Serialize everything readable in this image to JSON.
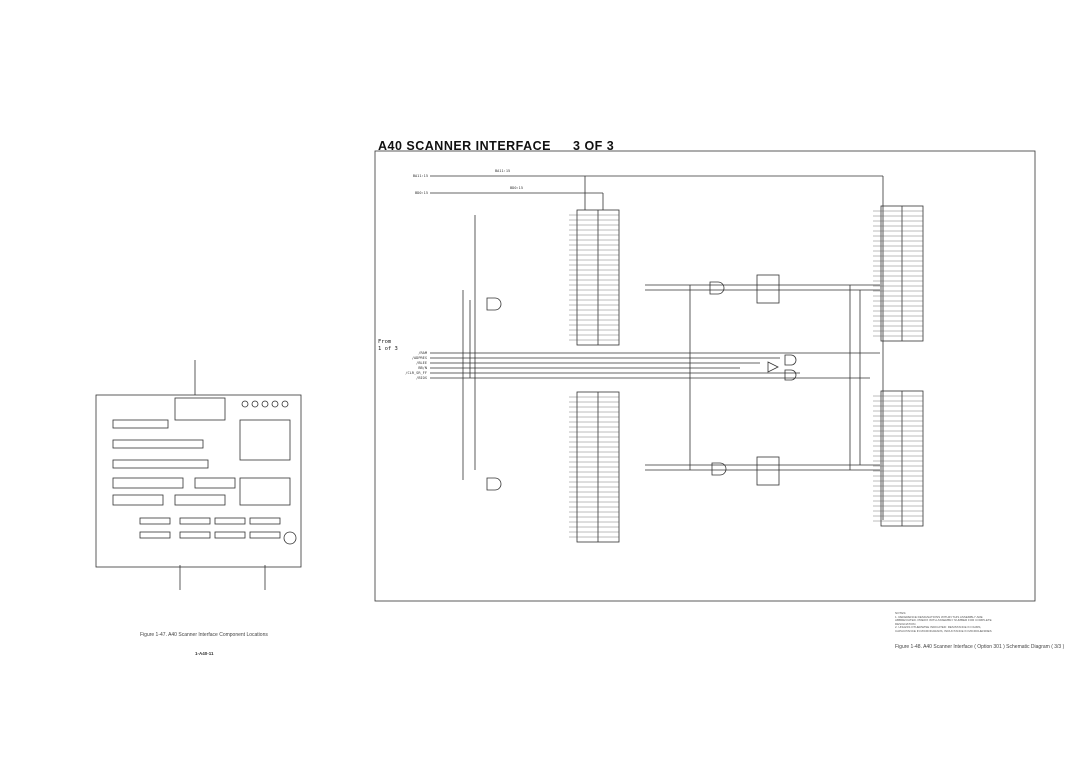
{
  "title": {
    "main": "A40 SCANNER INTERFACE",
    "part": "3 OF 3"
  },
  "bus_labels": {
    "top1_in": "BA11:15",
    "top1_line": "BA11:15",
    "top2_in": "BD0:15",
    "top2_line": "BD0:15"
  },
  "from_label": {
    "line1": "From",
    "line2": "1 of 3"
  },
  "signals": [
    "/RAM",
    "/ADPRES",
    "/BLEE",
    "BB/N",
    "/CLR_SR_FF",
    "/BIOS"
  ],
  "notes": {
    "heading": "NOTES:",
    "items": [
      "1. REFERENCE DESIGNATIONS WITHIN THIS ASSEMBLY ARE ABBREVIATED. PREFIX WITH ASSEMBLY NUMBER FOR COMPLETE DESIGNATION.",
      "2. UNLESS OTHERWISE INDICATED: RESISTANCE IN OHMS, CAPACITANCE IN MICROFARADS, INDUCTANCE IN MICROHENRIES"
    ]
  },
  "captions": {
    "left_figure": "Figure 1-47. A40 Scanner Interface Component Locations",
    "page_number": "1-A40-11",
    "right_figure": "Figure 1-48. A40 Scanner Interface ( Option 301 ) Schematic Diagram ( 3/3 )"
  }
}
